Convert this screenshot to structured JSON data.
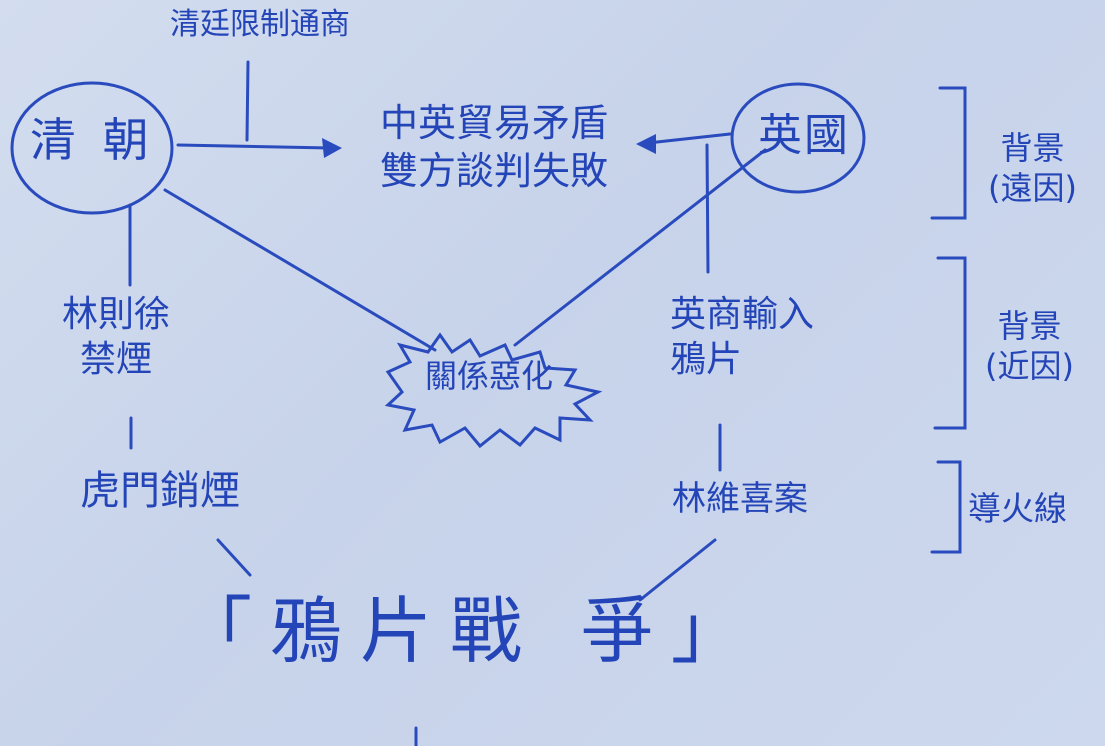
{
  "nodes": {
    "qing": "清 朝",
    "britain": "英國",
    "restrict_trade": "清廷限制通商",
    "conflict": [
      "中英貿易矛盾",
      "雙方談判失敗"
    ],
    "lin_zexu": [
      "林則徐",
      "禁煙"
    ],
    "british_opium": [
      "英商輸入",
      "鴉片"
    ],
    "relations_worsen": "關係惡化",
    "humen": "虎門銷煙",
    "lin_weixi": "林維喜案",
    "war": "「鴉片戰 爭」"
  },
  "brackets": {
    "remote_cause": [
      "背景",
      "(遠因)"
    ],
    "recent_cause": [
      "背景",
      "(近因)"
    ],
    "trigger": "導火線"
  },
  "colors": {
    "ink": "#2445b8",
    "paper": "#cdd8ee"
  }
}
